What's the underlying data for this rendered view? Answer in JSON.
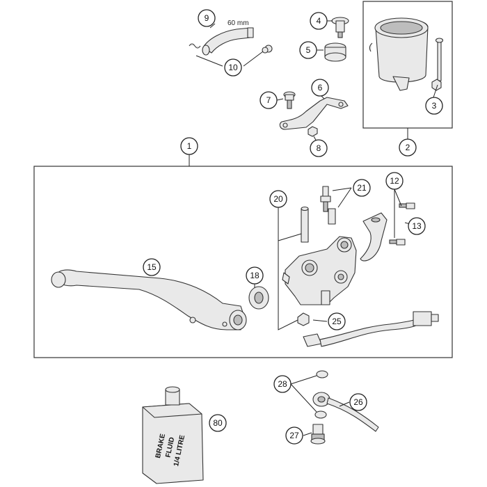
{
  "diagram": {
    "hose_length_label": "60 mm",
    "bottle_label": [
      "BRAKE",
      "FLUID",
      "1/4 LITRE"
    ],
    "callouts": [
      "9",
      "10",
      "4",
      "5",
      "6",
      "7",
      "8",
      "3",
      "2",
      "1",
      "21",
      "12",
      "20",
      "13",
      "15",
      "18",
      "25",
      "28",
      "26",
      "27",
      "80"
    ]
  }
}
